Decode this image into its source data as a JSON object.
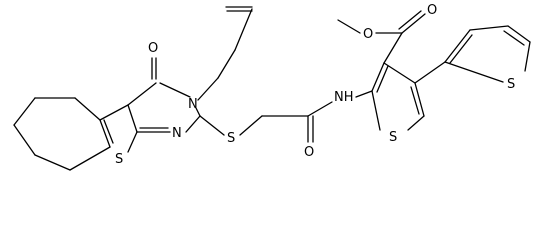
{
  "diagram": {
    "type": "chemical-structure",
    "atom_labels": {
      "O_ketone": "O",
      "N_ring": "N",
      "S_thiophene_fused": "S",
      "N_pyrimidine": "N",
      "S_thioether": "S",
      "O_amide": "O",
      "NH": "NH",
      "S_thiophene_central": "S",
      "O_ester_carbonyl": "O",
      "O_ester": "O",
      "S_thienyl": "S"
    },
    "colors": {
      "bonds": "#000000",
      "labels": "#000000",
      "background": "#ffffff"
    }
  }
}
